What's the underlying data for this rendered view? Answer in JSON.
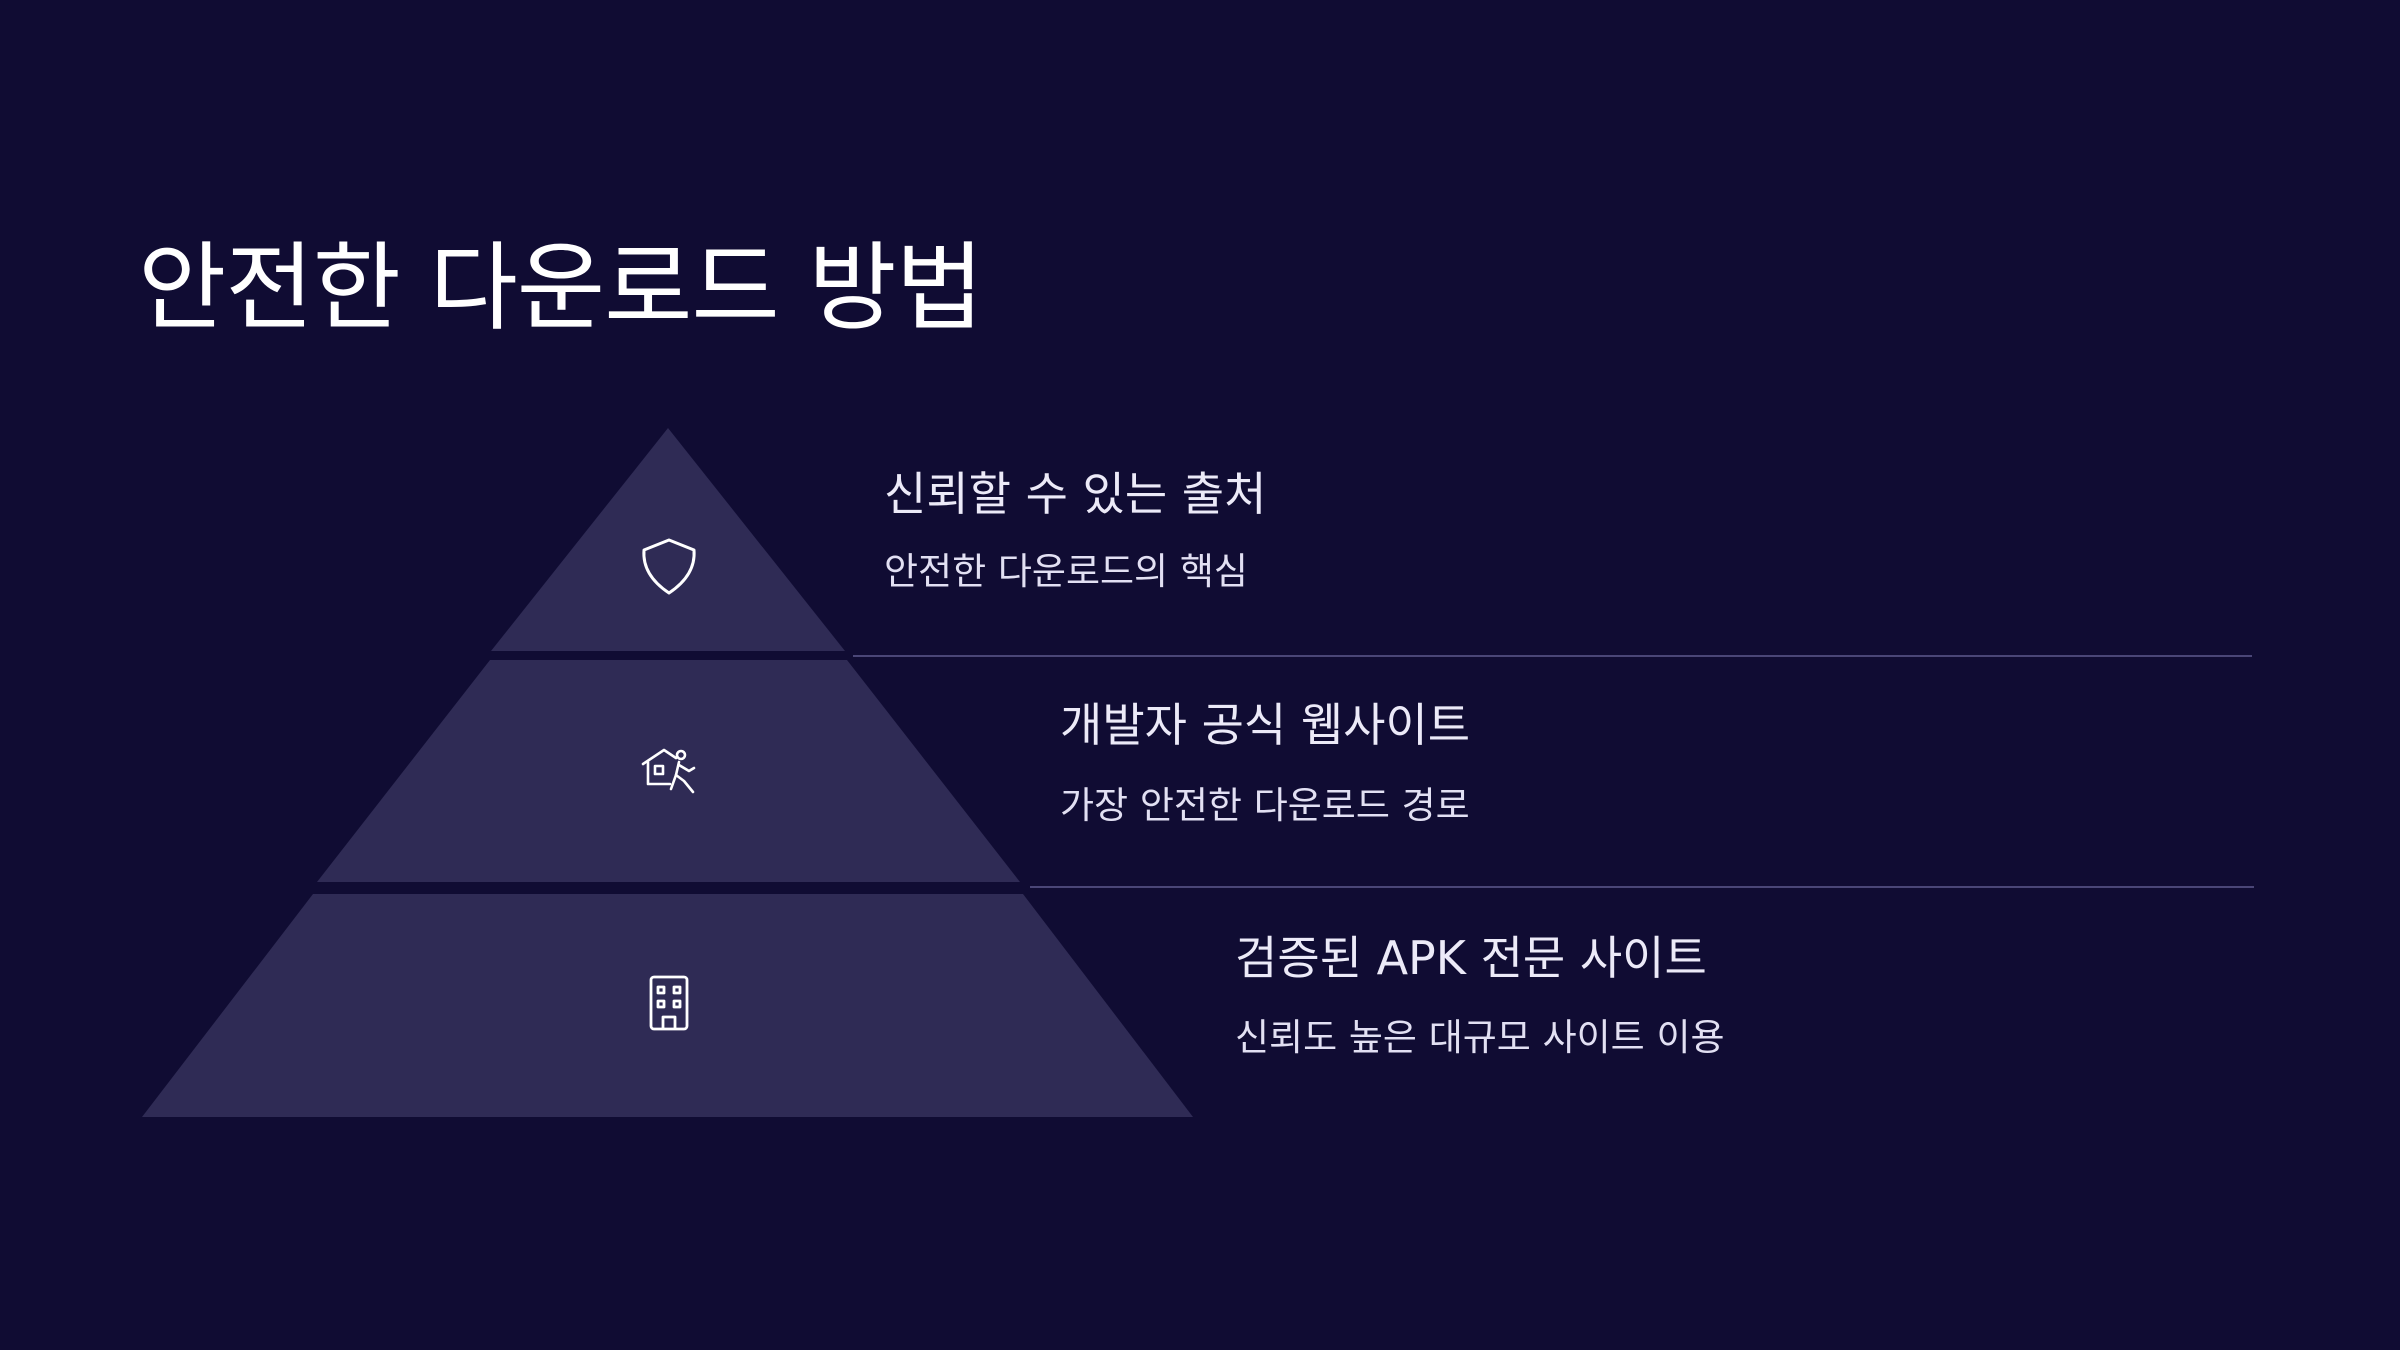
{
  "title": "안전한 다운로드 방법",
  "colors": {
    "background": "#100c33",
    "tier_fill": "#2f2b55",
    "divider": "#4a4677",
    "icon_stroke": "#ffffff",
    "text": "#eceaf8"
  },
  "tiers": [
    {
      "icon": "shield-icon",
      "title": "신뢰할 수 있는 출처",
      "description": "안전한 다운로드의 핵심"
    },
    {
      "icon": "house-person-icon",
      "title": "개발자 공식 웹사이트",
      "description": "가장 안전한 다운로드 경로"
    },
    {
      "icon": "building-icon",
      "title": "검증된 APK 전문 사이트",
      "description": "신뢰도 높은 대규모 사이트 이용"
    }
  ]
}
